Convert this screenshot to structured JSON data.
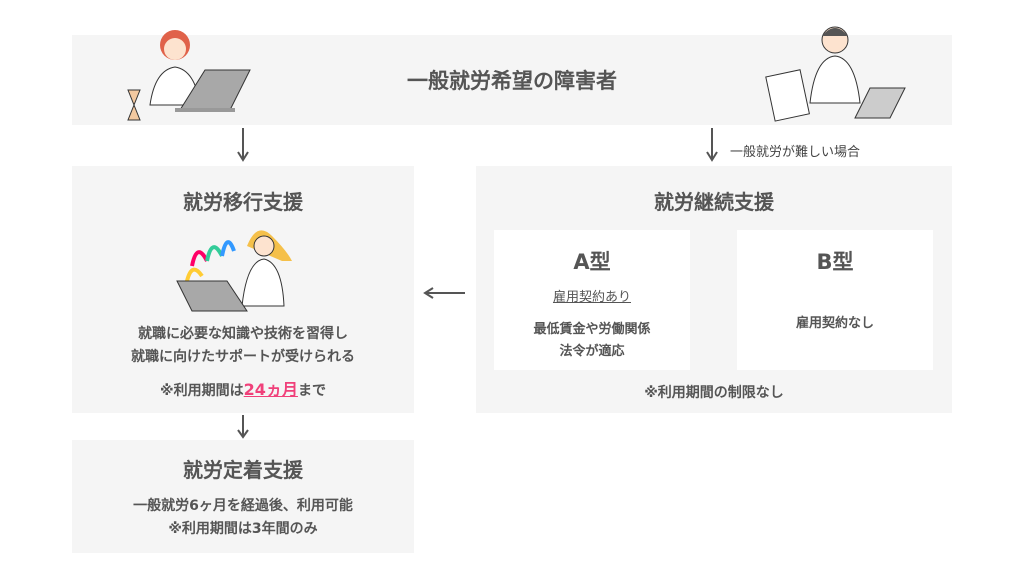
{
  "top": {
    "title": "一般就労希望の障害者",
    "side_note": "一般就労が難しい場合"
  },
  "transition": {
    "title": "就労移行支援",
    "desc_line1": "就職に必要な知識や技術を習得し",
    "desc_line2": "就職に向けたサポートが受けられる",
    "period_prefix": "※利用期間は",
    "period_highlight": "24ヵ月",
    "period_suffix": "まで",
    "highlight_color": "#f0407a"
  },
  "continuation": {
    "title": "就労継続支援",
    "type_a": {
      "title": "A型",
      "subtitle": "雇用契約あり",
      "desc_line1": "最低賃金や労働関係",
      "desc_line2": "法令が適応"
    },
    "type_b": {
      "title": "B型",
      "desc": "雇用契約なし"
    },
    "note": "※利用期間の制限なし"
  },
  "retention": {
    "title": "就労定着支援",
    "line1": "一般就労6ヶ月を経過後、利用可能",
    "line2": "※利用期間は3年間のみ"
  }
}
